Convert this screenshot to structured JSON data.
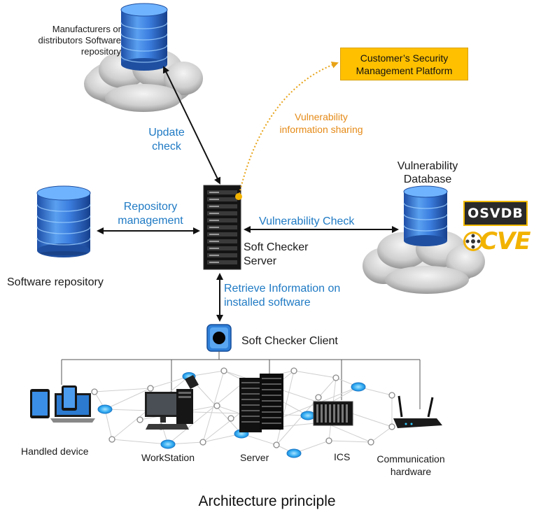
{
  "labels": {
    "manufacturers_repo": [
      "Manufacturers or",
      "distributors Software",
      "repository"
    ],
    "security_platform": [
      "Customer’s Security",
      "Management Platform"
    ],
    "vuln_sharing": [
      "Vulnerability",
      "information sharing"
    ],
    "update_check": [
      "Update",
      "check"
    ],
    "vuln_database": [
      "Vulnerability",
      "Database"
    ],
    "repo_management": [
      "Repository",
      "management"
    ],
    "vuln_check": "Vulnerability Check",
    "server_name": [
      "Soft Checker",
      "Server"
    ],
    "software_repository": "Software repository",
    "retrieve_info": [
      "Retrieve Information on",
      "installed software"
    ],
    "client_name": "Soft Checker Client",
    "handled_device": "Handled device",
    "workstation": "WorkStation",
    "server": "Server",
    "ics": "ICS",
    "comm_hardware": [
      "Communication",
      "hardware"
    ],
    "caption": "Architecture principle"
  },
  "logos": {
    "osvdb": "OSVDB",
    "cve": "CVE"
  },
  "colors": {
    "label_blue": "#1f7ac4",
    "sharing_orange": "#e58a17",
    "platform_fill": "#ffc000",
    "db_blue": "#3a7fd5"
  },
  "icons": [
    "database-icon",
    "cloud-icon",
    "server-rack-icon",
    "client-agent-icon",
    "tablet-laptop-icon",
    "workstation-icon",
    "ics-rack-icon",
    "router-icon"
  ]
}
